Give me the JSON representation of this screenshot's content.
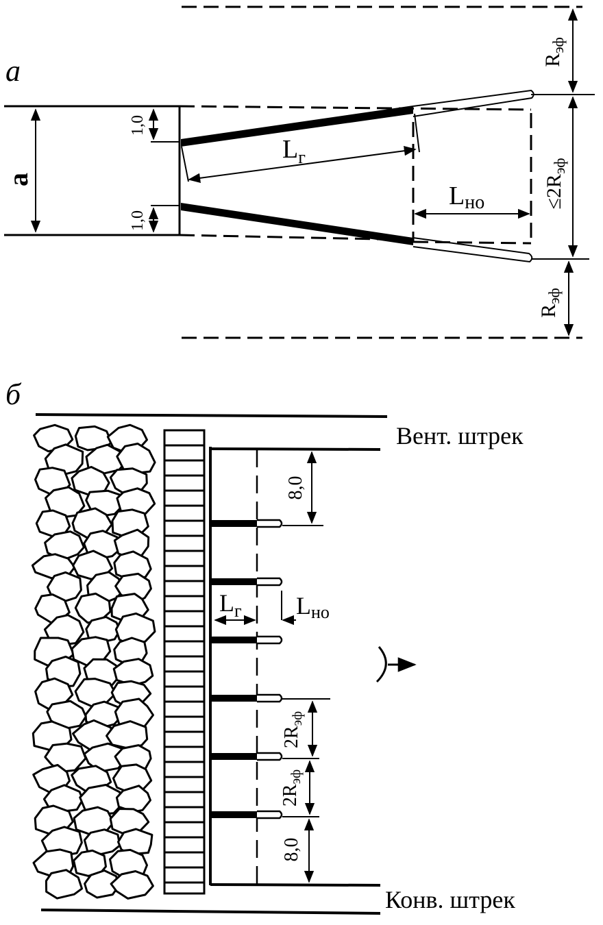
{
  "panel_a": {
    "label": "а",
    "dim_a": "a",
    "dim_top": "1,0",
    "dim_bottom": "1,0",
    "hole_length": "Lг",
    "hole_length_main": "L",
    "hole_length_sub": "г",
    "uncharged_length_main": "L",
    "uncharged_length_sub": "но",
    "r_eff_top_main": "R",
    "r_eff_top_sub": "эф",
    "r_eff_mid_prefix": "≤2R",
    "r_eff_mid_sub": "эф",
    "r_eff_bottom_main": "R",
    "r_eff_bottom_sub": "эф"
  },
  "panel_b": {
    "label": "б",
    "top_drift": "Вент. штрек",
    "bottom_drift": "Конв. штрек",
    "dim_top": "8,0",
    "dim_bottom": "8,0",
    "hole_length_main": "L",
    "hole_length_sub": "г",
    "uncharged_length_main": "L",
    "uncharged_length_sub": "но",
    "spacing_1_main": "2R",
    "spacing_1_sub": "эф",
    "spacing_2_main": "2R",
    "spacing_2_sub": "эф",
    "hole_count": 6
  }
}
